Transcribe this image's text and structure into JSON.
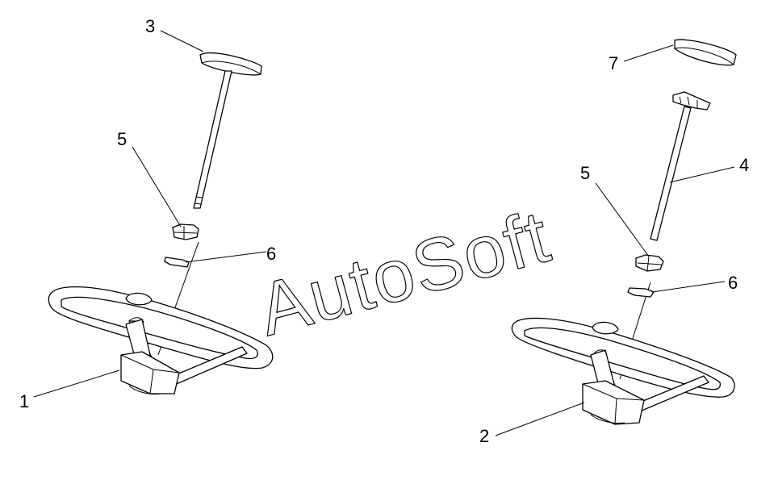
{
  "watermark": {
    "text": "AutoSoft"
  },
  "callouts": [
    {
      "id": "c3a",
      "label": "3"
    },
    {
      "id": "c5a",
      "label": "5"
    },
    {
      "id": "c6a",
      "label": "6"
    },
    {
      "id": "c1",
      "label": "1"
    },
    {
      "id": "c7",
      "label": "7"
    },
    {
      "id": "c4",
      "label": "4"
    },
    {
      "id": "c5b",
      "label": "5"
    },
    {
      "id": "c6b",
      "label": "6"
    },
    {
      "id": "c2",
      "label": "2"
    }
  ]
}
